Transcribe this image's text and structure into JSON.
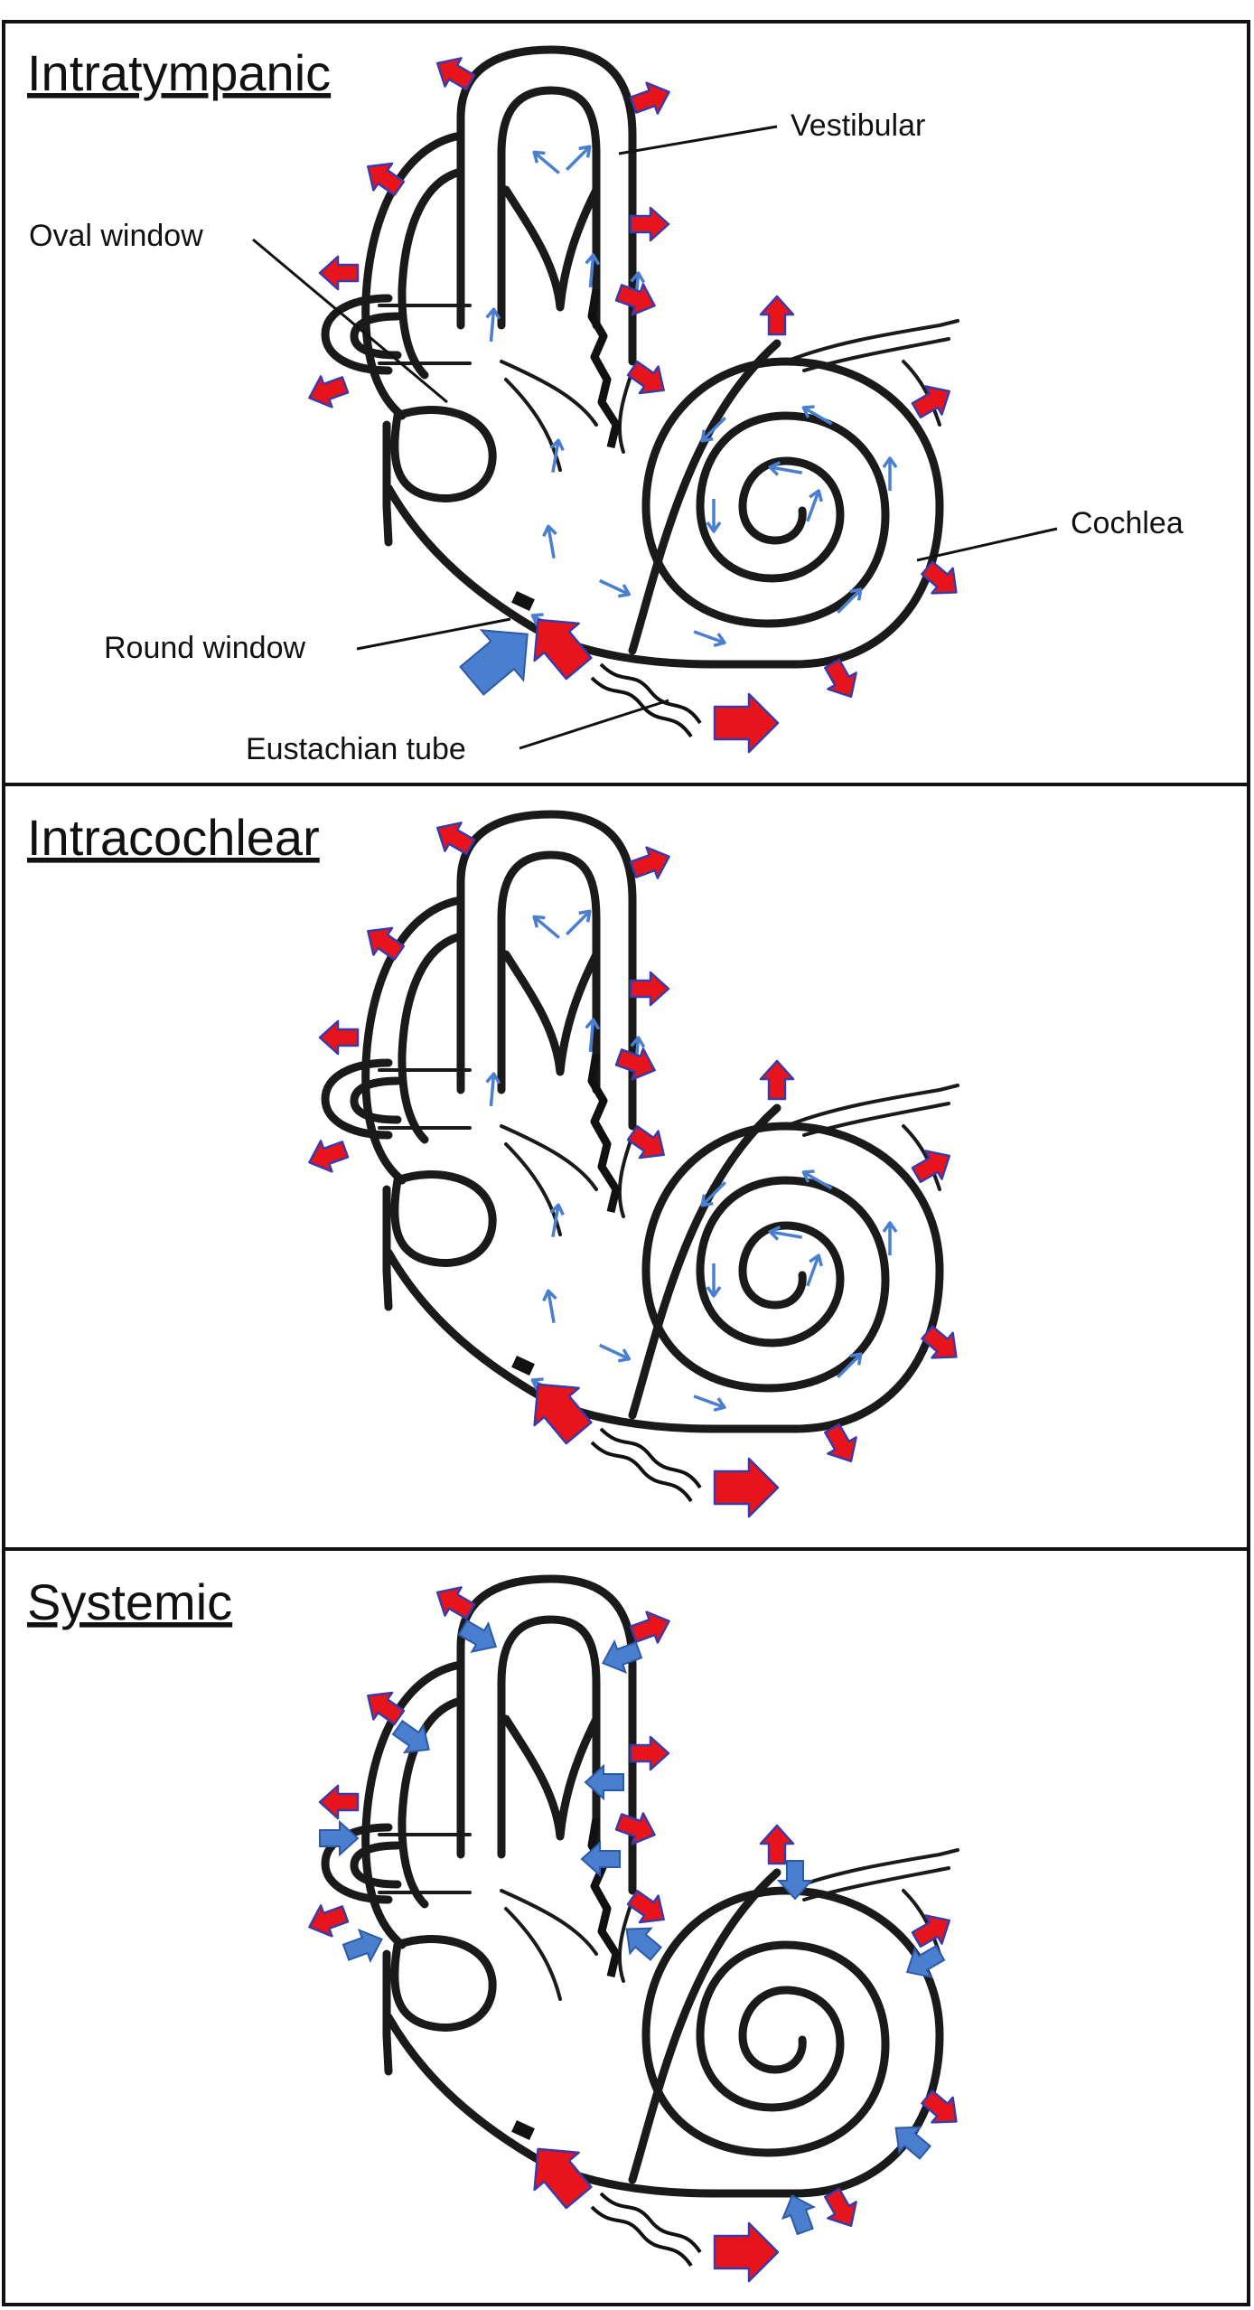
{
  "panels": [
    {
      "title": "Intratympanic",
      "labels": {
        "vestibular": "Vestibular",
        "oval_window": "Oval window",
        "cochlea": "Cochlea",
        "round_window": "Round window",
        "eustachian_tube": "Eustachian tube"
      },
      "arrows": [
        "red-outward",
        "blue-internal",
        "blue-entry-round-window"
      ]
    },
    {
      "title": "Intracochlear",
      "arrows": [
        "red-outward",
        "blue-internal"
      ]
    },
    {
      "title": "Systemic",
      "arrows": [
        "red-outward",
        "blue-inward"
      ]
    }
  ],
  "colors": {
    "red_arrow": "#e8141c",
    "red_arrow_edge": "#3a3aa8",
    "blue_arrow": "#4a7fd0",
    "line": "#1a1a1a",
    "border": "#111111"
  },
  "icons": [
    "red-arrow-icon",
    "blue-arrow-icon",
    "inner-ear-icon"
  ]
}
